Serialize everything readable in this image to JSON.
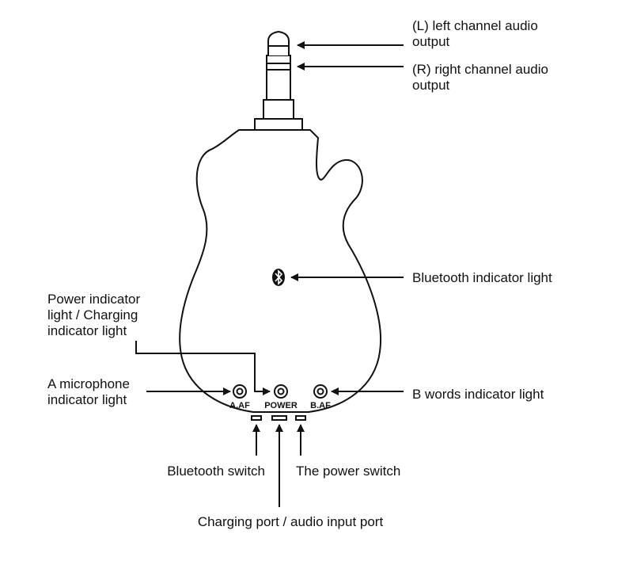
{
  "labels": {
    "left_channel": [
      "(L) left channel audio",
      "output"
    ],
    "right_channel": [
      "(R) right channel audio",
      "output"
    ],
    "bluetooth_light": "Bluetooth indicator light",
    "power_light": [
      "Power indicator",
      "light  /  Charging",
      "indicator light"
    ],
    "mic_light": [
      "A microphone",
      "indicator light"
    ],
    "b_words_light": "B words indicator light",
    "bluetooth_switch": "Bluetooth switch",
    "power_switch": "The power switch",
    "charging_port": "Charging port / audio input port"
  },
  "device_labels": {
    "aaf": "A.AF",
    "power": "POWER",
    "baf": "B.AF"
  },
  "icons": {
    "bluetooth": "bluetooth-icon"
  }
}
